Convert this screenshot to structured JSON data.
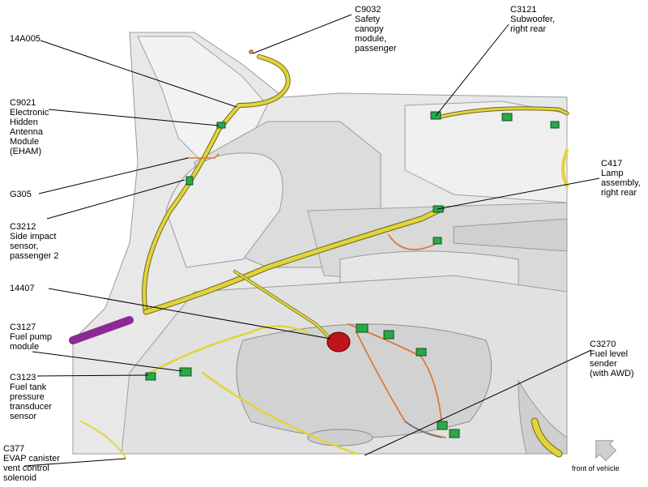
{
  "callouts": {
    "c9032": "C9032\nSafety\ncanopy\nmodule,\npassenger",
    "c3121": "C3121\nSubwoofer,\nright rear",
    "harness_14a005": "14A005",
    "c9021": "C9021\nElectronic\nHidden\nAntenna\nModule\n(EHAM)",
    "g305": "G305",
    "c417": "C417\nLamp\nassembly,\nright rear",
    "c3212": "C3212\nSide impact\nsensor,\npassenger 2",
    "harness_14407": "14407",
    "c3127": "C3127\nFuel pump\nmodule",
    "c3270": "C3270\nFuel level\nsender\n(with AWD)",
    "c3123": "C3123\nFuel tank\npressure\ntransducer\nsensor",
    "c377": "C377\nEVAP canister\nvent control\nsolenoid"
  },
  "front_label": "front of vehicle",
  "colors": {
    "harness": "#e3d33a",
    "connector": "#2aa84a",
    "canister": "#c0141c",
    "purple_harness": "#8b2a93",
    "orange_wire": "#d77b3a",
    "body_panel": "#e6e6e6"
  }
}
